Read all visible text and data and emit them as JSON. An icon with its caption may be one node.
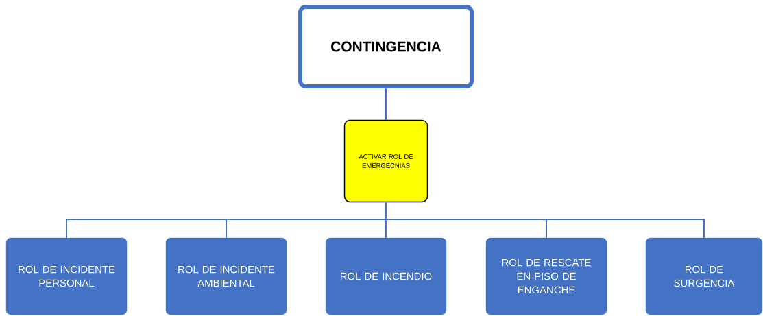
{
  "diagram": {
    "nodes": [
      {
        "text": [
          "CONTINGENCIA"
        ]
      },
      {
        "text": [
          "ACTIVAR ROL DE EMERGECNIAS"
        ]
      },
      {
        "text": [
          "ROL DE INCIDENTE PERSONAL"
        ]
      },
      {
        "text": [
          "ROL DE INCIDENTE AMBIENTAL"
        ]
      },
      {
        "text": [
          "ROL DE INCENDIO"
        ]
      },
      {
        "text": [
          "ROL DE RESCATE EN PISO DE ENGANCHE"
        ]
      },
      {
        "text": [
          "ROL DE SURGENCIA"
        ]
      }
    ],
    "edges": [
      {
        "from": 0,
        "to": 1,
        "arrow": "none"
      },
      {
        "from": 1,
        "to": 2,
        "arrow": "none"
      },
      {
        "from": 1,
        "to": 3,
        "arrow": "none"
      },
      {
        "from": 1,
        "to": 4,
        "arrow": "none"
      },
      {
        "from": 1,
        "to": 5,
        "arrow": "none"
      },
      {
        "from": 1,
        "to": 6,
        "arrow": "none"
      }
    ]
  }
}
